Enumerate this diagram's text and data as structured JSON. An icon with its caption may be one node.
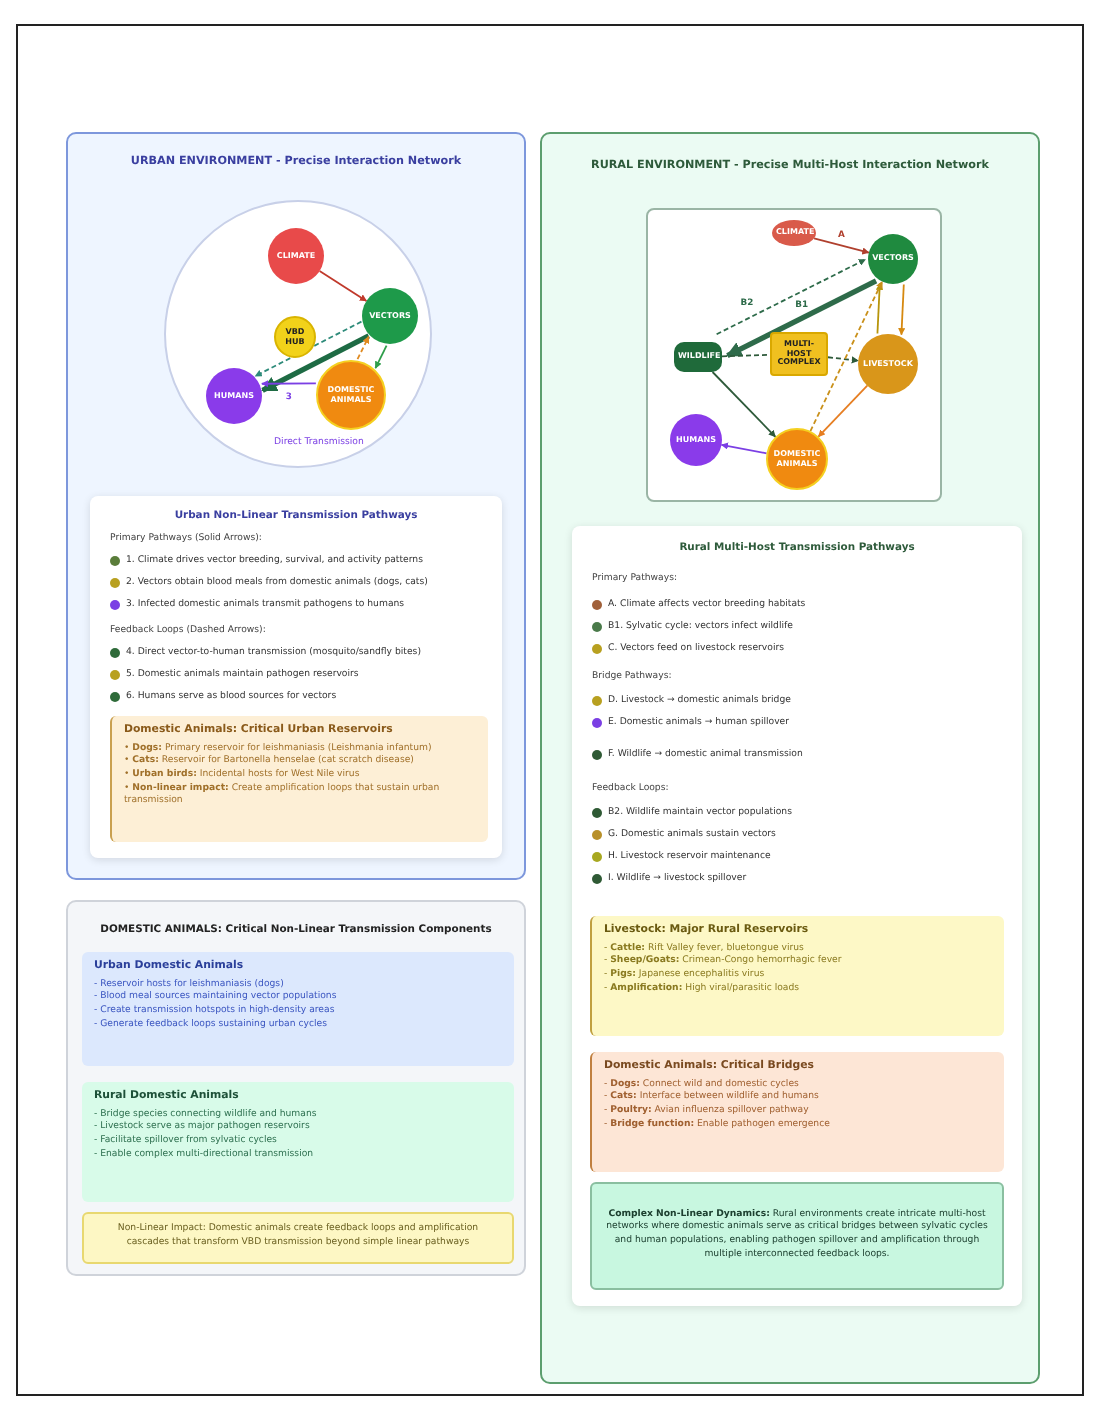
{
  "diagram": {
    "nodes": [
      {
        "text": [
          "URBAN ENVIRONMENT - Precise Interaction Network"
        ]
      },
      {
        "text": [
          "CLIMATE"
        ],
        "in": 0
      },
      {
        "text": [
          "VBD HUB"
        ],
        "in": 0
      },
      {
        "text": [
          "VECTORS"
        ],
        "in": 0
      },
      {
        "text": [
          "HUMANS"
        ],
        "in": 0
      },
      {
        "text": [
          "DOMESTIC ANIMALS"
        ],
        "in": 0
      },
      {
        "text": [
          "Urban Non-Linear Transmission Pathways"
        ],
        "in": 0
      },
      {
        "text": [
          "Domestic Animals: Critical Urban Reservoirs",
          "• **Dogs:** Primary reservoir for leishmaniasis (Leishmania infantum)",
          "• **Cats:** Reservoir for Bartonella henselae (cat scratch disease)",
          "• **Urban birds:** Incidental hosts for West Nile virus",
          "• **Non-linear impact:** Create amplification loops that sustain urban transmission"
        ],
        "in": 6
      },
      {
        "text": [
          "DOMESTIC ANIMALS: Critical Non-Linear Transmission Components"
        ]
      },
      {
        "text": [
          "Urban Domestic Animals",
          "- Reservoir hosts for leishmaniasis (dogs)",
          "- Blood meal sources maintaining vector populations",
          "- Create transmission hotspots in high-density areas",
          "- Generate feedback loops sustaining urban cycles"
        ],
        "in": 8
      },
      {
        "text": [
          "Rural Domestic Animals",
          "- Bridge species connecting wildlife and humans",
          "- Livestock serve as major pathogen reservoirs",
          "- Facilitate spillover from sylvatic cycles",
          "- Enable complex multi-directional transmission"
        ],
        "in": 8
      },
      {
        "text": [
          "Non-Linear Impact: Domestic animals create feedback loops and amplification cascades that transform VBD transmission beyond simple linear pathways"
        ],
        "in": 8
      },
      {
        "text": [
          "RURAL ENVIRONMENT - Precise Multi-Host Interaction Network"
        ]
      },
      {
        "text": [
          "CLIMATE"
        ],
        "in": 12
      },
      {
        "text": [
          "VECTORS"
        ],
        "in": 12
      },
      {
        "text": [
          "WILDLIFE"
        ],
        "in": 12
      },
      {
        "text": [
          "MULTI-HOST COMPLEX"
        ],
        "in": 12
      },
      {
        "text": [
          "LIVESTOCK"
        ],
        "in": 12
      },
      {
        "text": [
          "HUMANS"
        ],
        "in": 12
      },
      {
        "text": [
          "DOMESTIC ANIMALS"
        ],
        "in": 12
      },
      {
        "text": [
          "Rural Multi-Host Transmission Pathways"
        ],
        "in": 12
      },
      {
        "text": [
          "Livestock: Major Rural Reservoirs",
          "- **Cattle:** Rift Valley fever, bluetongue virus",
          "- **Sheep/Goats:** Crimean-Congo hemorrhagic fever",
          "- **Pigs:** Japanese encephalitis virus",
          "- **Amplification:** High viral/parasitic loads"
        ],
        "in": 20
      },
      {
        "text": [
          "Domestic Animals: Critical Bridges",
          "- **Dogs:** Connect wild and domestic cycles",
          "- **Cats:** Interface between wildlife and humans",
          "- **Poultry:** Avian influenza spillover pathway",
          "- **Bridge function:** Enable pathogen emergence"
        ],
        "in": 20
      },
      {
        "text": [
          "**Complex Non-Linear Dynamics:** Rural environments create intricate multi-host networks where domestic animals serve as critical bridges between sylvatic cycles and human populations, enabling pathogen spillover and amplification through multiple interconnected feedback loops."
        ],
        "in": 20
      }
    ],
    "edges": [
      {
        "from": 1,
        "to": 3,
        "arrow": "to",
        "color": "#c0392b"
      },
      {
        "from": 3,
        "to": 4,
        "arrow": "to",
        "style": "thick",
        "color": "#1e6b44"
      },
      {
        "from": 3,
        "to": 4,
        "arrow": "to",
        "style": "dashed",
        "color": "#2e8b7a"
      },
      {
        "from": 3,
        "to": 5,
        "arrow": "to",
        "color": "#2e9e4a"
      },
      {
        "from": 5,
        "to": 3,
        "arrow": "to",
        "style": "dashed",
        "color": "#e08a20"
      },
      {
        "from": 5,
        "to": 4,
        "arrow": "to",
        "label": "3",
        "color": "#7b3fe4"
      },
      {
        "from": 13,
        "to": 14,
        "arrow": "to",
        "label": "A",
        "color": "#b0402e"
      },
      {
        "from": 14,
        "to": 15,
        "arrow": "to",
        "label": "B1",
        "style": "thick",
        "color": "#2e6b4a"
      },
      {
        "from": 15,
        "to": 14,
        "arrow": "to",
        "label": "B2",
        "style": "dashed",
        "color": "#2e6b4a"
      },
      {
        "from": 15,
        "to": 16,
        "arrow": "none",
        "style": "dashed",
        "color": "#2e5a3a"
      },
      {
        "from": 16,
        "to": 17,
        "arrow": "to",
        "style": "dashed",
        "color": "#2e5a3a"
      },
      {
        "from": 14,
        "to": 17,
        "arrow": "to",
        "color": "#d68910"
      },
      {
        "from": 17,
        "to": 14,
        "arrow": "to",
        "color": "#b7950b"
      },
      {
        "from": 17,
        "to": 19,
        "arrow": "to",
        "color": "#e67e22"
      },
      {
        "from": 19,
        "to": 14,
        "arrow": "to",
        "style": "dashed",
        "color": "#c9901a"
      },
      {
        "from": 15,
        "to": 19,
        "arrow": "to",
        "color": "#2e5a3a"
      },
      {
        "from": 19,
        "to": 18,
        "arrow": "to",
        "color": "#7b3fe4"
      }
    ],
    "labels": [
      "Primary Pathways (Solid Arrows):",
      "Feedback Loops (Dashed Arrows):",
      "Primary Pathways:",
      "Bridge Pathways:",
      "Feedback Loops:",
      "Direct Transmission"
    ],
    "legend": [
      {
        "text": "1. Climate drives vector breeding, survival, and activity patterns",
        "color": "#5a7d3a"
      },
      {
        "text": "2. Vectors obtain blood meals from domestic animals (dogs, cats)",
        "color": "#b8a020"
      },
      {
        "text": "3. Infected domestic animals transmit pathogens to humans",
        "color": "#7b3fe4"
      },
      {
        "text": "4. Direct vector-to-human transmission (mosquito/sandfly bites)",
        "color": "#2f6b3a"
      },
      {
        "text": "5. Domestic animals maintain pathogen reservoirs",
        "color": "#b8a020"
      },
      {
        "text": "6. Humans serve as blood sources for vectors",
        "color": "#2f6b3a"
      },
      {
        "text": "A. Climate affects vector breeding habitats",
        "color": "#a0603a"
      },
      {
        "text": "B1. Sylvatic cycle: vectors infect wildlife",
        "color": "#4a7a4a"
      },
      {
        "text": "C. Vectors feed on livestock reservoirs",
        "color": "#b8a020"
      },
      {
        "text": "D. Livestock → domestic animals bridge",
        "color": "#b8a020"
      },
      {
        "text": "E. Domestic animals → human spillover",
        "color": "#7b3fe4"
      },
      {
        "text": "F. Wildlife → domestic animal transmission",
        "color": "#2f5a35"
      },
      {
        "text": "B2. Wildlife maintain vector populations",
        "color": "#2f5a35"
      },
      {
        "text": "G. Domestic animals sustain vectors",
        "color": "#b8902a"
      },
      {
        "text": "H. Livestock reservoir maintenance",
        "color": "#a8a820"
      },
      {
        "text": "I. Wildlife → livestock spillover",
        "color": "#2f5a35"
      }
    ]
  }
}
